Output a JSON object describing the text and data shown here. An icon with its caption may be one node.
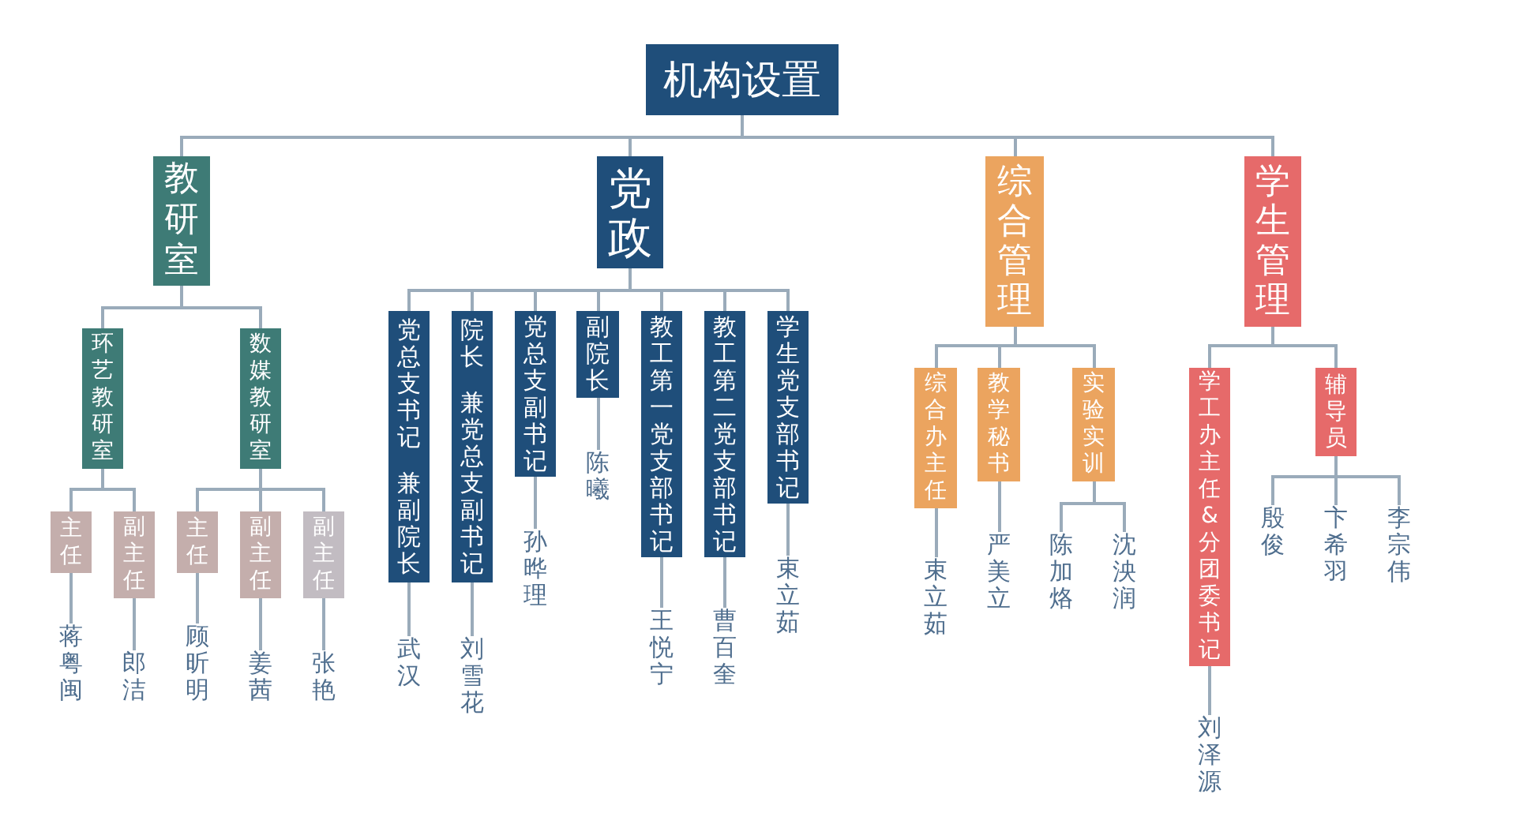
{
  "diagram": {
    "nodes": [
      {
        "text": [
          "机构设置"
        ]
      },
      {
        "text": [
          "教研室"
        ]
      },
      {
        "text": [
          "环艺教研室"
        ]
      },
      {
        "text": [
          "主任"
        ]
      },
      {
        "text": [
          "蒋粤闽"
        ]
      },
      {
        "text": [
          "副主任"
        ]
      },
      {
        "text": [
          "郎洁"
        ]
      },
      {
        "text": [
          "数媒教研室"
        ]
      },
      {
        "text": [
          "主任"
        ]
      },
      {
        "text": [
          "顾昕明"
        ]
      },
      {
        "text": [
          "副主任"
        ]
      },
      {
        "text": [
          "姜茜"
        ]
      },
      {
        "text": [
          "副主任"
        ]
      },
      {
        "text": [
          "张艳"
        ]
      },
      {
        "text": [
          "党政"
        ]
      },
      {
        "text": [
          "党总支书记",
          "兼副院长"
        ]
      },
      {
        "text": [
          "武汉"
        ]
      },
      {
        "text": [
          "院长",
          "兼党总支副书记"
        ]
      },
      {
        "text": [
          "刘雪花"
        ]
      },
      {
        "text": [
          "党总支副书记"
        ]
      },
      {
        "text": [
          "孙晔理"
        ]
      },
      {
        "text": [
          "副院长"
        ]
      },
      {
        "text": [
          "陈曦"
        ]
      },
      {
        "text": [
          "教工第一党支部书记"
        ]
      },
      {
        "text": [
          "王悦宁"
        ]
      },
      {
        "text": [
          "教工第二党支部书记"
        ]
      },
      {
        "text": [
          "曹百奎"
        ]
      },
      {
        "text": [
          "学生党支部书记"
        ]
      },
      {
        "text": [
          "束立茹"
        ]
      },
      {
        "text": [
          "综合管理"
        ]
      },
      {
        "text": [
          "综合办主任"
        ]
      },
      {
        "text": [
          "束立茹"
        ]
      },
      {
        "text": [
          "教学秘书"
        ]
      },
      {
        "text": [
          "严美立"
        ]
      },
      {
        "text": [
          "实验实训"
        ]
      },
      {
        "text": [
          "陈加烙"
        ]
      },
      {
        "text": [
          "沈泱润"
        ]
      },
      {
        "text": [
          "学生管理"
        ]
      },
      {
        "text": [
          "学工办主任&分团委书记"
        ]
      },
      {
        "text": [
          "刘泽源"
        ]
      },
      {
        "text": [
          "辅导员"
        ]
      },
      {
        "text": [
          "殷俊"
        ]
      },
      {
        "text": [
          "卞希羽"
        ]
      },
      {
        "text": [
          "李宗伟"
        ]
      }
    ],
    "edges": [
      {
        "from": 0,
        "to": 1,
        "arrow": "none"
      },
      {
        "from": 0,
        "to": 14,
        "arrow": "none"
      },
      {
        "from": 0,
        "to": 29,
        "arrow": "none"
      },
      {
        "from": 0,
        "to": 37,
        "arrow": "none"
      },
      {
        "from": 1,
        "to": 2,
        "arrow": "none"
      },
      {
        "from": 1,
        "to": 7,
        "arrow": "none"
      },
      {
        "from": 2,
        "to": 3,
        "arrow": "none"
      },
      {
        "from": 2,
        "to": 5,
        "arrow": "none"
      },
      {
        "from": 3,
        "to": 4,
        "arrow": "none"
      },
      {
        "from": 5,
        "to": 6,
        "arrow": "none"
      },
      {
        "from": 7,
        "to": 8,
        "arrow": "none"
      },
      {
        "from": 7,
        "to": 10,
        "arrow": "none"
      },
      {
        "from": 7,
        "to": 12,
        "arrow": "none"
      },
      {
        "from": 8,
        "to": 9,
        "arrow": "none"
      },
      {
        "from": 10,
        "to": 11,
        "arrow": "none"
      },
      {
        "from": 12,
        "to": 13,
        "arrow": "none"
      },
      {
        "from": 14,
        "to": 15,
        "arrow": "none"
      },
      {
        "from": 14,
        "to": 17,
        "arrow": "none"
      },
      {
        "from": 14,
        "to": 19,
        "arrow": "none"
      },
      {
        "from": 14,
        "to": 21,
        "arrow": "none"
      },
      {
        "from": 14,
        "to": 23,
        "arrow": "none"
      },
      {
        "from": 14,
        "to": 25,
        "arrow": "none"
      },
      {
        "from": 14,
        "to": 27,
        "arrow": "none"
      },
      {
        "from": 15,
        "to": 16,
        "arrow": "none"
      },
      {
        "from": 17,
        "to": 18,
        "arrow": "none"
      },
      {
        "from": 19,
        "to": 20,
        "arrow": "none"
      },
      {
        "from": 21,
        "to": 22,
        "arrow": "none"
      },
      {
        "from": 23,
        "to": 24,
        "arrow": "none"
      },
      {
        "from": 25,
        "to": 26,
        "arrow": "none"
      },
      {
        "from": 27,
        "to": 28,
        "arrow": "none"
      },
      {
        "from": 29,
        "to": 30,
        "arrow": "none"
      },
      {
        "from": 29,
        "to": 32,
        "arrow": "none"
      },
      {
        "from": 29,
        "to": 34,
        "arrow": "none"
      },
      {
        "from": 30,
        "to": 31,
        "arrow": "none"
      },
      {
        "from": 32,
        "to": 33,
        "arrow": "none"
      },
      {
        "from": 34,
        "to": 35,
        "arrow": "none"
      },
      {
        "from": 34,
        "to": 36,
        "arrow": "none"
      },
      {
        "from": 37,
        "to": 38,
        "arrow": "none"
      },
      {
        "from": 37,
        "to": 40,
        "arrow": "none"
      },
      {
        "from": 38,
        "to": 39,
        "arrow": "none"
      },
      {
        "from": 40,
        "to": 41,
        "arrow": "none"
      },
      {
        "from": 40,
        "to": 42,
        "arrow": "none"
      },
      {
        "from": 40,
        "to": 43,
        "arrow": "none"
      }
    ]
  }
}
